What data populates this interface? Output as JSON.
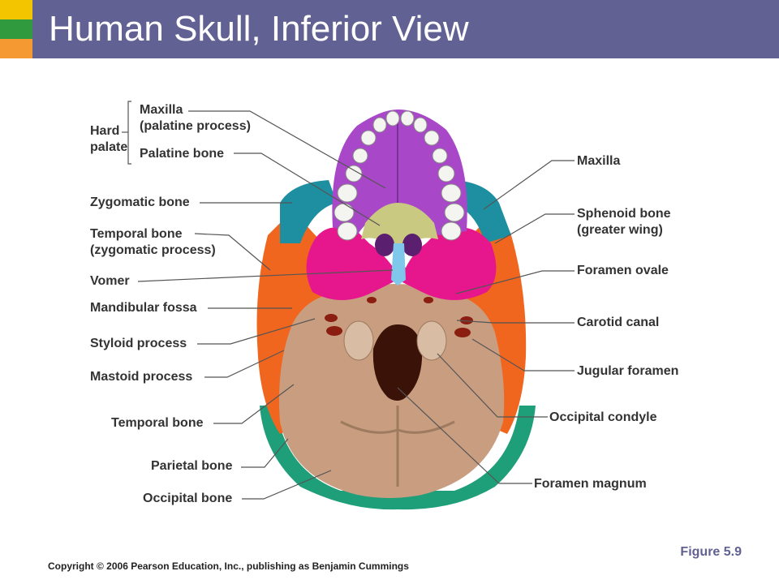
{
  "slide": {
    "title": "Human Skull, Inferior View",
    "figure": "Figure 5.9",
    "copyright": "Copyright © 2006 Pearson Education, Inc., publishing as Benjamin Cummings"
  },
  "colors": {
    "title_bar": "#616193",
    "stripe_yellow": "#F2C500",
    "stripe_green": "#2F9A3E",
    "stripe_orange": "#F59A32",
    "maxilla": "#A847C8",
    "palatine": "#C9C981",
    "sphenoid": "#E6178C",
    "vomer": "#7FC8EC",
    "zygomatic": "#1E8FA0",
    "temporal": "#F1661E",
    "parietal": "#1F9E7A",
    "occipital": "#C89D80"
  },
  "labels": {
    "hard_palate": [
      "Hard",
      "palate"
    ],
    "maxilla_palatine": [
      "Maxilla",
      "(palatine process)"
    ],
    "palatine_bone": "Palatine bone",
    "zygomatic_bone": "Zygomatic bone",
    "temporal_zygomatic": [
      "Temporal bone",
      "(zygomatic process)"
    ],
    "vomer": "Vomer",
    "mandibular_fossa": "Mandibular fossa",
    "styloid_process": "Styloid process",
    "mastoid_process": "Mastoid process",
    "temporal_bone": "Temporal bone",
    "parietal_bone": "Parietal bone",
    "occipital_bone": "Occipital bone",
    "maxilla": "Maxilla",
    "sphenoid": [
      "Sphenoid bone",
      "(greater wing)"
    ],
    "foramen_ovale": "Foramen ovale",
    "carotid_canal": "Carotid canal",
    "jugular_foramen": "Jugular foramen",
    "occipital_condyle": "Occipital condyle",
    "foramen_magnum": "Foramen magnum"
  }
}
